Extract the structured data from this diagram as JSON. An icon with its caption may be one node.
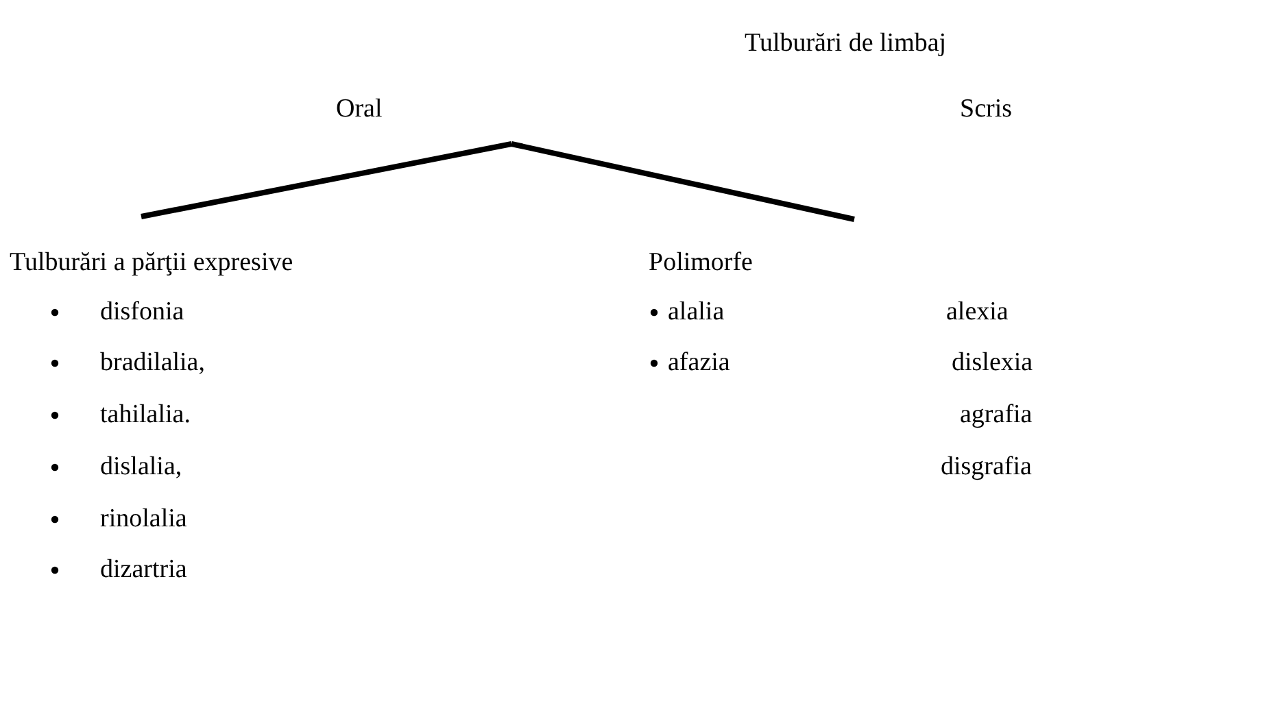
{
  "diagram": {
    "title": "Tulburări de limbaj",
    "nodes": [
      {
        "text": [
          "Oral"
        ]
      },
      {
        "text": [
          "Scris"
        ]
      },
      {
        "text": [
          "Tulburări a părţii expresive"
        ]
      },
      {
        "text": [
          "Polimorfe"
        ]
      }
    ],
    "edges": [
      {
        "from": null,
        "to": 2,
        "arrow": "none"
      },
      {
        "from": null,
        "to": 3,
        "arrow": "none"
      }
    ],
    "labels": [
      "disfonia",
      "alalia",
      "alexia",
      "bradilalia,",
      "afazia",
      "dislexia",
      "tahilalia.",
      "agrafia",
      "dislalia,",
      "disgrafia",
      "rinolalia",
      "dizartria"
    ]
  }
}
